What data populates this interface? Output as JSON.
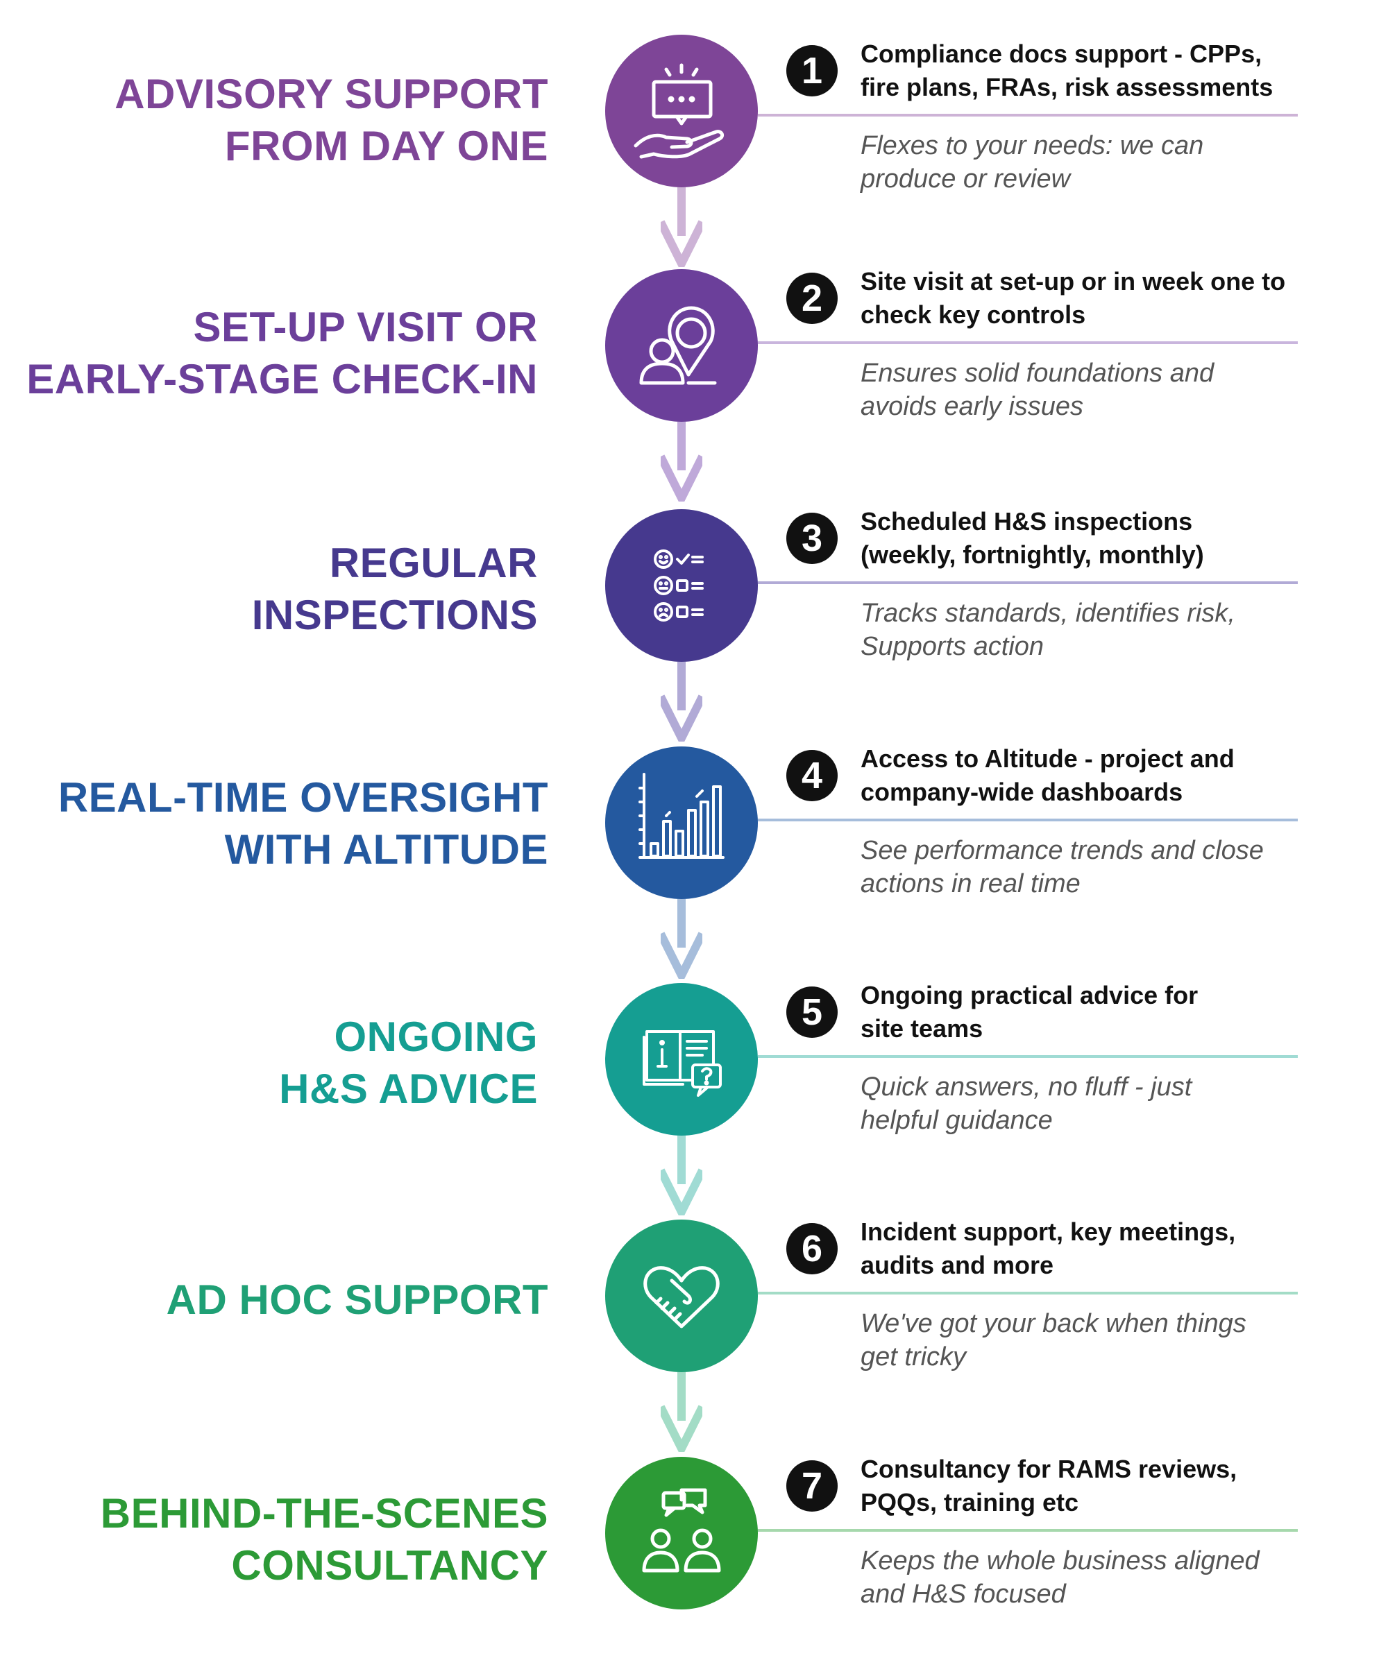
{
  "steps": [
    {
      "number": "1",
      "title_lines": [
        "ADVISORY SUPPORT",
        "FROM DAY ONE"
      ],
      "icon": "hand-speech-bubble-icon",
      "color": "#7e4597",
      "arrow_color": "#cdb3d6",
      "lead_lines": [
        "Compliance docs support - CPPs,",
        "fire plans, FRAs, risk assessments"
      ],
      "detail_lines": [
        "Flexes to your needs: we can",
        "produce or review"
      ]
    },
    {
      "number": "2",
      "title_lines": [
        "SET-UP VISIT OR",
        "EARLY-STAGE CHECK-IN"
      ],
      "icon": "person-location-pin-icon",
      "color": "#6b3f9a",
      "arrow_color": "#bfa9d9",
      "lead_lines": [
        "Site visit at set-up or in week one to",
        "check key controls"
      ],
      "detail_lines": [
        "Ensures solid foundations and",
        "avoids early issues"
      ]
    },
    {
      "number": "3",
      "title_lines": [
        "REGULAR",
        "INSPECTIONS"
      ],
      "icon": "feedback-checklist-icon",
      "color": "#46398e",
      "arrow_color": "#b1aad6",
      "lead_lines": [
        "Scheduled H&S inspections",
        "(weekly, fortnightly, monthly)"
      ],
      "detail_lines": [
        "Tracks standards, identifies risk,",
        "Supports action"
      ]
    },
    {
      "number": "4",
      "title_lines": [
        "REAL-TIME OVERSIGHT",
        "WITH ALTITUDE"
      ],
      "icon": "bar-chart-icon",
      "color": "#24599f",
      "arrow_color": "#a6bddb",
      "lead_lines": [
        "Access to Altitude - project and",
        "company-wide dashboards"
      ],
      "detail_lines": [
        "See performance trends and close",
        "actions in real time"
      ]
    },
    {
      "number": "5",
      "title_lines": [
        "ONGOING",
        "H&S ADVICE"
      ],
      "icon": "info-book-question-icon",
      "color": "#159e92",
      "arrow_color": "#a0dbd4",
      "lead_lines": [
        "Ongoing practical advice for",
        "site teams"
      ],
      "detail_lines": [
        "Quick answers, no fluff - just",
        "helpful guidance"
      ]
    },
    {
      "number": "6",
      "title_lines": [
        "AD HOC SUPPORT"
      ],
      "icon": "handshake-heart-icon",
      "color": "#1fa075",
      "arrow_color": "#a3dcc6",
      "lead_lines": [
        "Incident support, key meetings,",
        "audits and more"
      ],
      "detail_lines": [
        "We've got your back when things",
        "get tricky"
      ]
    },
    {
      "number": "7",
      "title_lines": [
        "BEHIND-THE-SCENES",
        "CONSULTANCY"
      ],
      "icon": "people-chat-icon",
      "color": "#2c9a36",
      "arrow_color": "#a6d8ac",
      "lead_lines": [
        "Consultancy for RAMS reviews,",
        "PQQs, training etc"
      ],
      "detail_lines": [
        "Keeps the whole business aligned",
        "and H&S focused"
      ]
    }
  ]
}
